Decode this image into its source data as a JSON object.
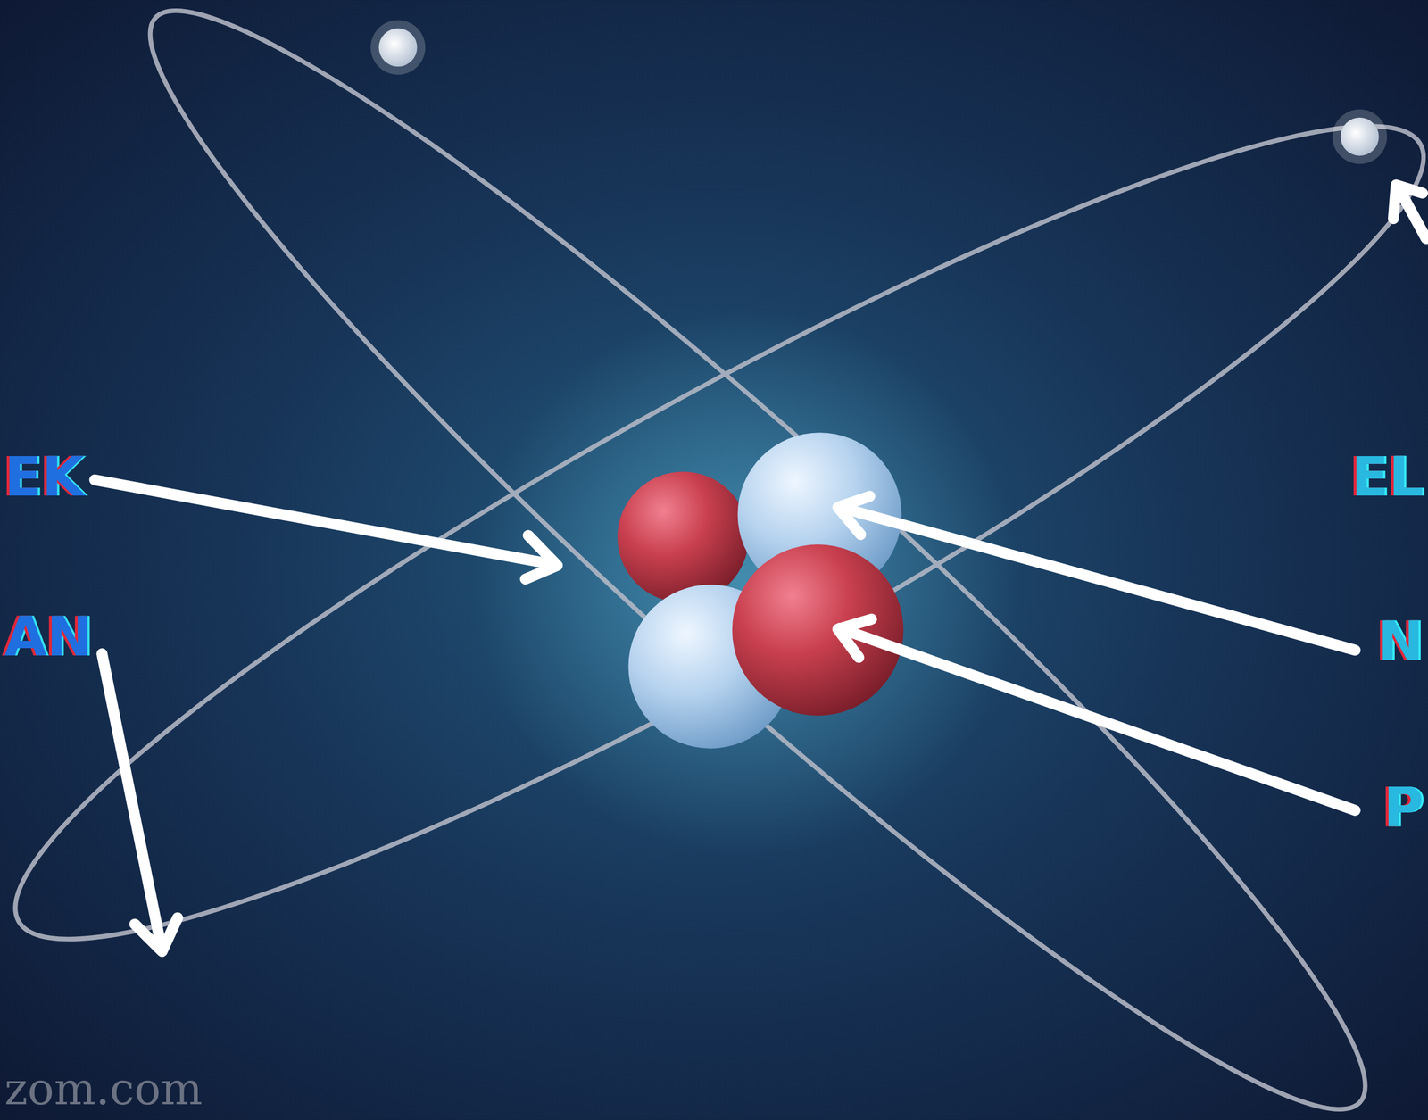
{
  "diagram": {
    "labels": [
      "EK",
      "AN",
      "EL",
      "N",
      "P",
      "zom.com"
    ]
  }
}
